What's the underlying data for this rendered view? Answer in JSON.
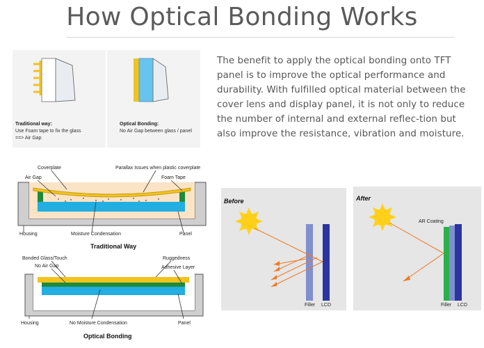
{
  "title": "How Optical Bonding Works",
  "description": "The benefit to apply the optical bonding onto TFT panel is to improve the optical performance and durability. With fulfilled optical material between the cover lens and display panel, it is not only to reduce the number of internal and external reflec-tion but also improve the resistance, vibration and moisture.",
  "panel_traditional": {
    "heading": "Traditional way:",
    "line1": "Use Foam tape to fix the glass",
    "line2": "==> Air Gap"
  },
  "panel_optical": {
    "heading": "Optical Bonding:",
    "line1": "No Air Gap between glass / panel"
  },
  "traditional_diagram": {
    "coverplate": "Coverplate",
    "parallax": "Parallax Issues when plastic coverplate",
    "air_gap": "Air Gap",
    "foam_tape": "Foam Tape",
    "housing": "Housing",
    "moisture": "Moisture Condensation",
    "panel": "Panel",
    "caption": "Traditional Way"
  },
  "optical_diagram": {
    "bonded_glass": "Bonded Glass/Touch",
    "ruggedness": "Ruggedness",
    "no_air_gap": "No Air Gap",
    "adhesive": "Adhesive Layer",
    "housing": "Housing",
    "no_moisture": "No Moisture Condensation",
    "panel": "Panel",
    "caption": "Optical Bonding"
  },
  "before_panel": {
    "label": "Before",
    "filler": "Filler",
    "lcd": "LCD"
  },
  "after_panel": {
    "label": "After",
    "ar_coating": "AR Coating",
    "filler": "Filler",
    "lcd": "LCD"
  },
  "colors": {
    "cover_yellow": "#f2c21e",
    "panel_blue": "#22aee0",
    "lcd_navy": "#2a35a0",
    "filler_blue": "#7f8fd0",
    "ar_green": "#2bb04a",
    "ray_orange": "#f07820",
    "bonding_green": "#1f8a3a"
  }
}
